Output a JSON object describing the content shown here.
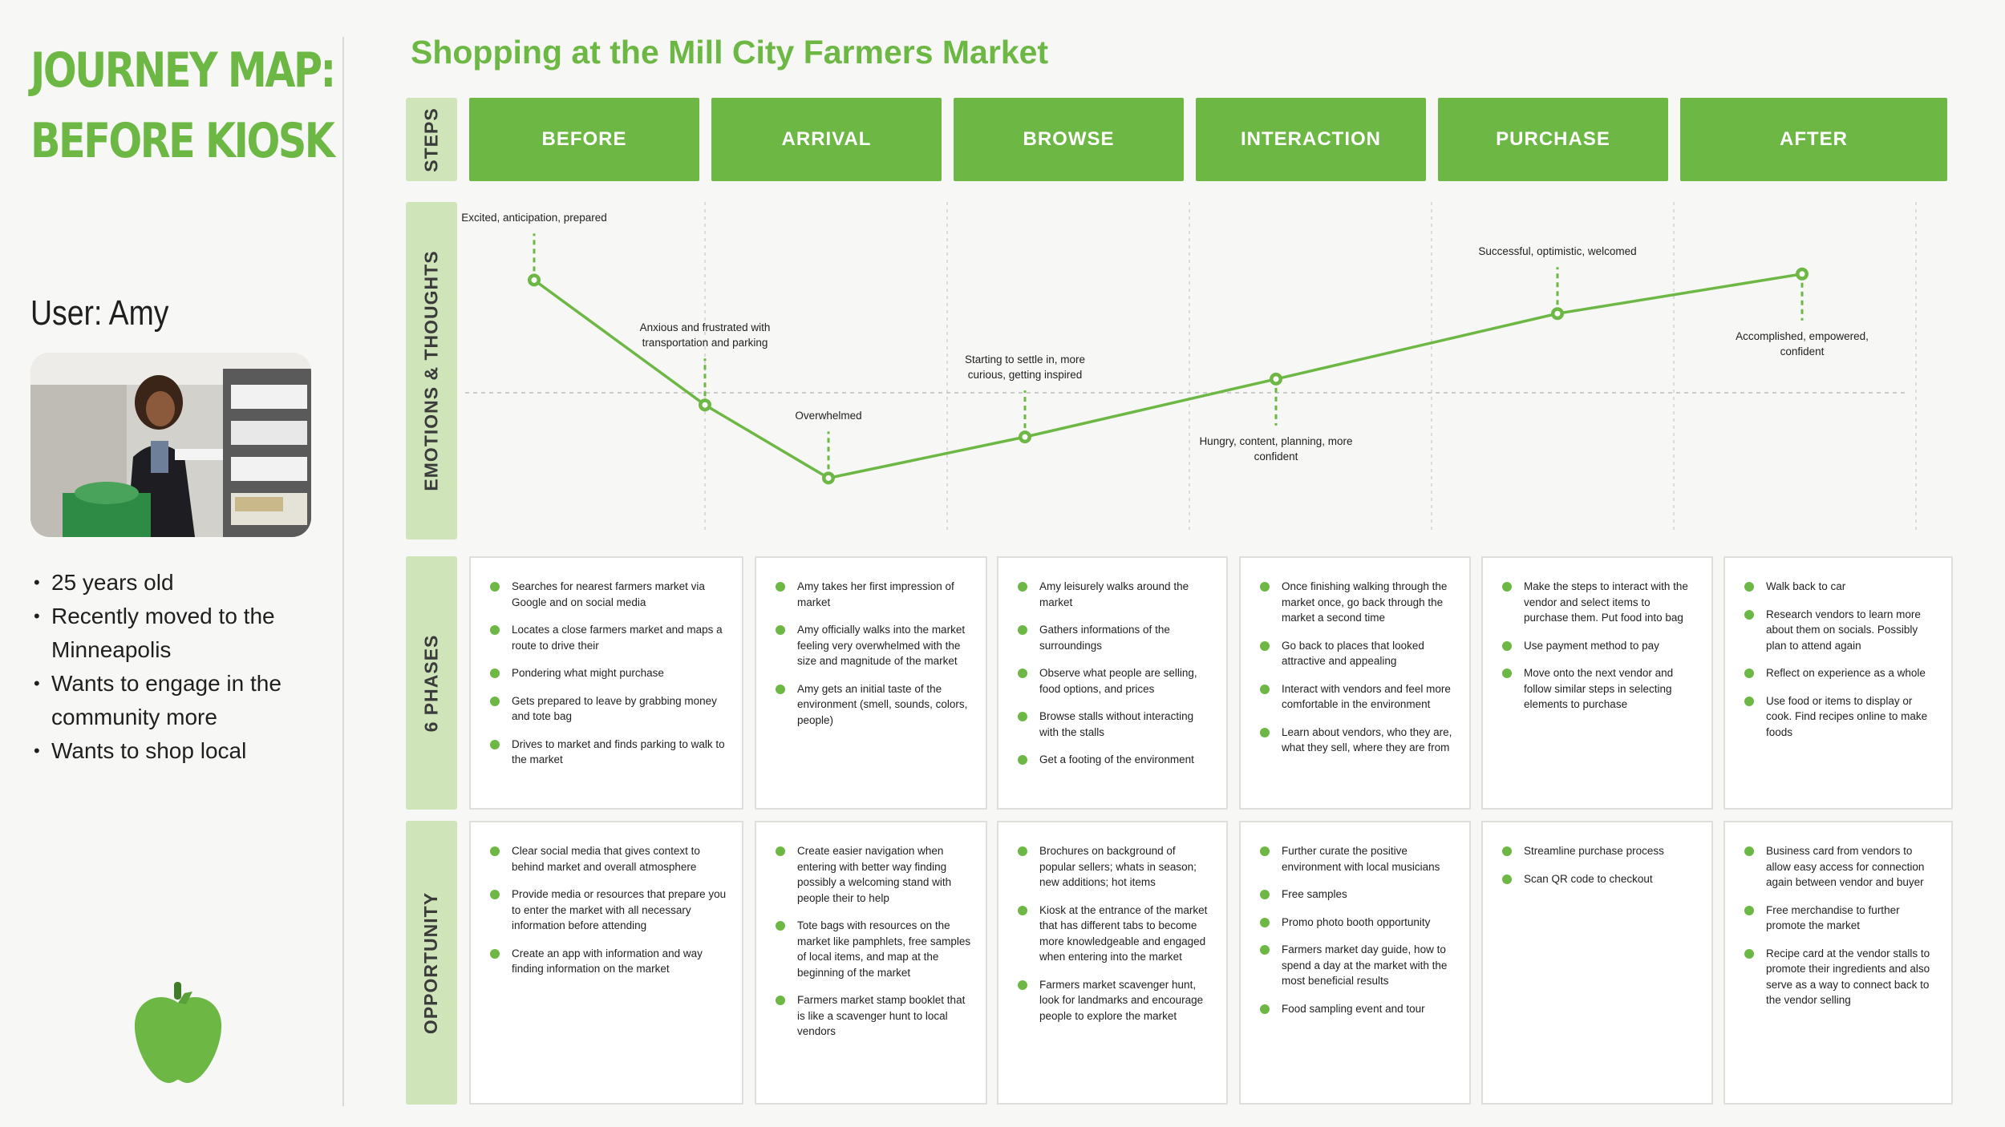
{
  "header": {
    "title_lines": [
      "JOURNEY MAP:",
      "BEFORE KIOSK"
    ],
    "main_title": "Shopping at the Mill City Farmers Market"
  },
  "user": {
    "label": "User: Amy",
    "facts": [
      "25 years old",
      "Recently moved to the Minneapolis",
      "Wants to engage in the community more",
      "Wants to shop local"
    ]
  },
  "row_labels": {
    "steps": "STEPS",
    "emotions": "EMOTIONS & THOUGHTS",
    "phases": "6 PHASES",
    "opportunity": "OPPORTUNITY"
  },
  "steps": [
    "BEFORE",
    "ARRIVAL",
    "BROWSE",
    "INTERACTION",
    "PURCHASE",
    "AFTER"
  ],
  "emotion_points": [
    {
      "label": "Excited, anticipation, prepared",
      "level": 0.74,
      "label_side": "above"
    },
    {
      "label": "Anxious and  frustrated with transportation and parking",
      "level": -0.08,
      "label_side": "above"
    },
    {
      "label": "Overwhelmed",
      "level": -0.56,
      "label_side": "above"
    },
    {
      "label": "Starting to settle in, more curious, getting inspired",
      "level": -0.29,
      "label_side": "above"
    },
    {
      "label": "Hungry, content, planning, more confident",
      "level": 0.09,
      "label_side": "below"
    },
    {
      "label": "Successful, optimistic, welcomed",
      "level": 0.52,
      "label_side": "above"
    },
    {
      "label": "Accomplished, empowered, confident",
      "level": 0.78,
      "label_side": "below"
    }
  ],
  "phases": [
    [
      "Searches for nearest farmers market via Google and on social media",
      "Locates a close farmers market and maps a route to drive their",
      "Pondering what might purchase",
      "Gets prepared to leave by grabbing money and tote bag",
      "Drives to market and finds parking to walk to the market"
    ],
    [
      "Amy takes her first impression of market",
      "Amy officially walks into the market feeling very overwhelmed with the size and magnitude of the market",
      "Amy gets an initial taste of the environment (smell, sounds, colors, people)"
    ],
    [
      "Amy leisurely walks around the market",
      "Gathers informations of the surroundings",
      "Observe what people are selling, food options, and prices",
      "Browse stalls without interacting with the stalls",
      "Get a footing of the environment"
    ],
    [
      "Once finishing walking through the market once, go back through the market a second time",
      "Go back to places that looked attractive and appealing",
      "Interact with vendors and feel more comfortable in the environment",
      "Learn about vendors, who they are, what they sell, where they are from"
    ],
    [
      "Make the steps to interact with the vendor and select items to purchase them. Put food into bag",
      "Use payment method to pay",
      "Move onto the next vendor and follow similar steps in selecting elements to purchase"
    ],
    [
      "Walk back to car",
      "Research vendors to learn more about them on socials. Possibly plan to attend again",
      "Reflect on experience as a whole",
      "Use food or items to display or cook. Find recipes online to make foods"
    ]
  ],
  "opportunities": [
    [
      "Clear social media that gives context to behind market and overall atmosphere",
      "Provide media or resources that prepare you to enter the market with all necessary information before attending",
      "Create an app with information and way finding information on the market"
    ],
    [
      "Create easier navigation when entering with better way finding possibly a welcoming stand with people their to help",
      "Tote bags with resources on the market like pamphlets, free samples of local items, and map at the beginning of the market",
      "Farmers market stamp booklet that is like a scavenger hunt to local vendors"
    ],
    [
      "Brochures on background of popular sellers; whats in season; new additions; hot items",
      "Kiosk at the entrance of the market that has different tabs to become more knowledgeable and engaged when entering into the market",
      "Farmers market scavenger hunt, look for landmarks and encourage people to explore the market"
    ],
    [
      "Further curate the positive environment with local musicians",
      "Free samples",
      "Promo photo booth opportunity",
      "Farmers market day guide, how to spend a day at the market with the most beneficial results",
      "Food sampling event and tour"
    ],
    [
      "Streamline purchase process",
      "Scan QR code to checkout"
    ],
    [
      "Business card from vendors  to allow easy access for connection again between vendor and buyer",
      "Free merchandise to further promote the market",
      "Recipe card at the vendor stalls to promote their ingredients and also serve as a way to connect back to the vendor selling"
    ]
  ],
  "colors": {
    "accent": "#6db845",
    "label_bg": "#cfe5b9",
    "card_border": "#dededb"
  },
  "icons": {
    "logo": "green-apple-icon"
  }
}
